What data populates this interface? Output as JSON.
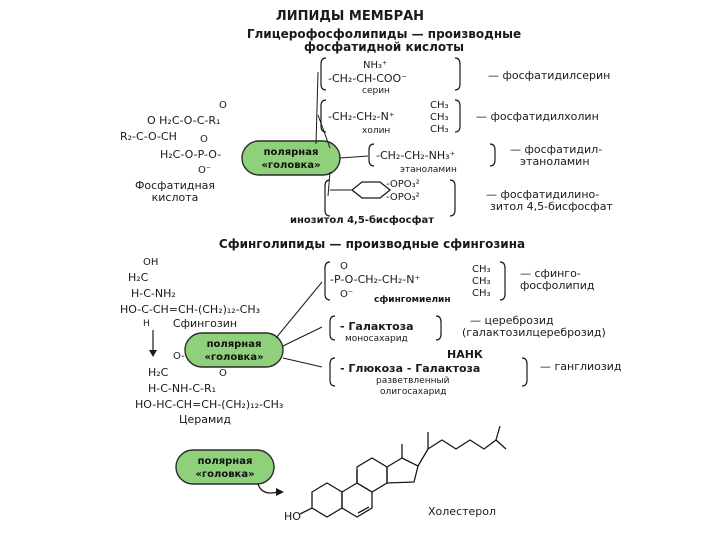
{
  "title": "ЛИПИДЫ МЕМБРАН",
  "glycero": {
    "heading_1": "Глицерофосфолипиды — производные",
    "heading_2": "фосфатидной кислоты",
    "acid_line1": "O  H₂C-O-C-R₁",
    "acid_line2": "R₂-C-O-CH",
    "acid_line3": "H₂C-O-P-O-",
    "acid_o_top": "O",
    "acid_o_top2": "O",
    "acid_o_bottom": "O⁻",
    "acid_label_1": "Фосфатидная",
    "acid_label_2": "кислота",
    "serine_nh3": "NH₃⁺",
    "serine_formula": "-CH₂-CH-COO⁻",
    "serine_sub": "серин",
    "serine_result": "— фосфатидилсерин",
    "choline_formula": "-CH₂-CH₂-N⁺",
    "choline_ch3_a": "CH₃",
    "choline_ch3_b": "CH₃",
    "choline_ch3_c": "CH₃",
    "choline_sub": "холин",
    "choline_result": "— фосфатидилхолин",
    "ethanol_formula": "-CH₂-CH₂-NH₃⁺",
    "ethanol_sub": "этаноламин",
    "ethanol_result_1": "— фосфатидил-",
    "ethanol_result_2": "этаноламин",
    "inositol_opo_a": "-OPO₃²",
    "inositol_opo_b": "-OPO₃²",
    "inositol_sub": "инозитол 4,5-бисфосфат",
    "inositol_result_1": "— фосфатидилино-",
    "inositol_result_2": "зитол 4,5-бисфосфат"
  },
  "sphingo": {
    "heading": "Сфинголипиды — производные сфингозина",
    "sph_oh": "OH",
    "sph_l1": "H₂C",
    "sph_l2": "H-C-NH₂",
    "sph_l3": "HO-C-CH=CH-(CH₂)₁₂-CH₃",
    "sph_h": "H",
    "sph_label": "Сфингозин",
    "cer_o": "O-",
    "cer_l1": "H₂C",
    "cer_o2": "O",
    "cer_l2": "H-C-NH-C-R₁",
    "cer_l3": "HO-HC-CH=CH-(CH₂)₁₂-CH₃",
    "cer_label": "Церамид",
    "sm_o": "O",
    "sm_formula": "-P-O-CH₂-CH₂-N⁺",
    "sm_ominus": "O⁻",
    "sm_ch3_a": "CH₃",
    "sm_ch3_b": "CH₃",
    "sm_ch3_c": "CH₃",
    "sm_sub": "сфингомиелин",
    "sm_result_1": "— сфинго-",
    "sm_result_2": "фосфолипид",
    "gal_formula": "- Галактоза",
    "gal_sub": "моносахарид",
    "gal_result_1": "— цереброзид",
    "gal_result_2": "(галактозилцереброзид)",
    "nank": "НАНК",
    "gangl_formula": "- Глюкоза - Галактоза",
    "gangl_sub_1": "разветвленный",
    "gangl_sub_2": "олигосахарид",
    "gangl_result": "— ганглиозид"
  },
  "polar_head": {
    "line1": "полярная",
    "line2": "«головка»"
  },
  "cholesterol": {
    "ho": "HO",
    "label": "Холестерол"
  },
  "colors": {
    "head_fill": "#8fd07a",
    "head_stroke": "#2a2a2a",
    "ink": "#1a1a1a"
  }
}
